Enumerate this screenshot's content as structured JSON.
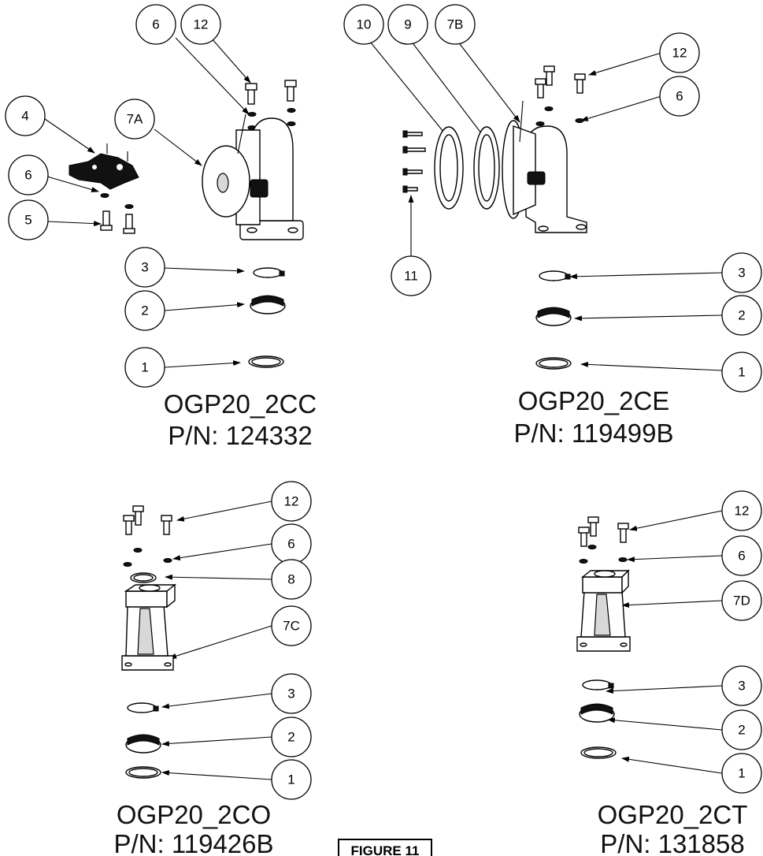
{
  "figure_label": "FIGURE 11",
  "assemblies": [
    {
      "id": "2CC",
      "model": "OGP20_2CC",
      "part_number": "P/N: 124332",
      "callouts": [
        "6",
        "12",
        "7A",
        "4",
        "6",
        "5",
        "3",
        "2",
        "1"
      ]
    },
    {
      "id": "2CE",
      "model": "OGP20_2CE",
      "part_number": "P/N: 119499B",
      "callouts": [
        "10",
        "9",
        "7B",
        "12",
        "6",
        "11",
        "3",
        "2",
        "1"
      ]
    },
    {
      "id": "2CO",
      "model": "OGP20_2CO",
      "part_number": "P/N: 119426B",
      "callouts": [
        "12",
        "6",
        "8",
        "7C",
        "3",
        "2",
        "1"
      ]
    },
    {
      "id": "2CT",
      "model": "OGP20_2CT",
      "part_number": "P/N: 131858",
      "callouts": [
        "12",
        "6",
        "7D",
        "3",
        "2",
        "1"
      ]
    }
  ]
}
